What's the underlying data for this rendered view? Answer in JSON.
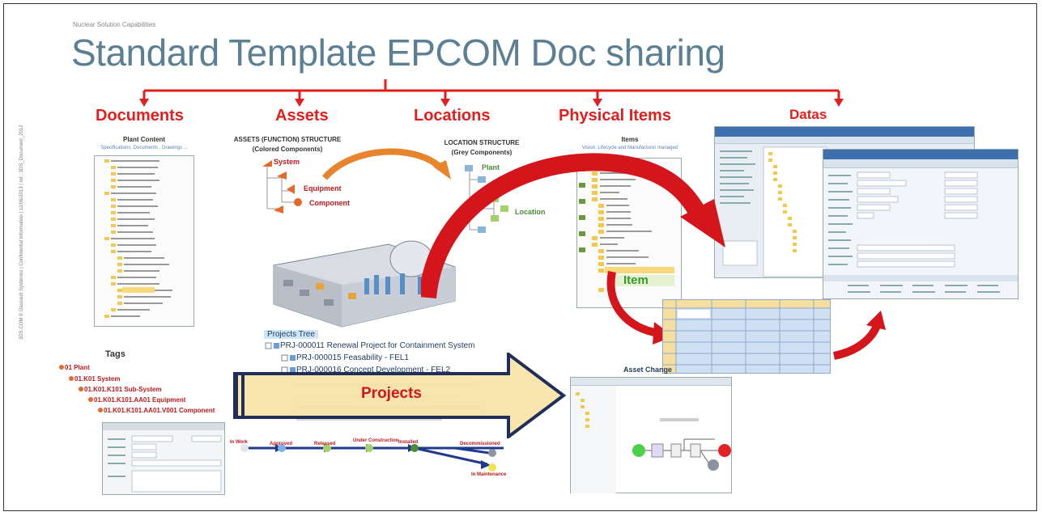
{
  "header": {
    "kicker": "Nuclear Solution Capabilities",
    "title": "Standard Template  EPCOM Doc  sharing"
  },
  "categories": {
    "documents": "Documents",
    "assets": "Assets",
    "locations": "Locations",
    "physical_items": "Physical Items",
    "datas": "Datas"
  },
  "plant_content": {
    "title": "Plant Content",
    "subtitle": "Specifications, Documents , Drawings ..."
  },
  "assets_structure": {
    "title": "ASSETS (FUNCTION) STRUCTURE",
    "subtitle": "(Colored Components)",
    "system": "System",
    "equipment": "Equipment",
    "component": "Component"
  },
  "location_structure": {
    "title": "LOCATION STRUCTURE",
    "subtitle": "(Grey Components)",
    "plant": "Plant",
    "location": "Location"
  },
  "items_panel": {
    "title": "Items",
    "subtitle": "Vision, Lifecycle and Manufacturer managed",
    "item_label": "Item"
  },
  "tags": {
    "title": "Tags",
    "rows": [
      "01 Plant",
      "01.K01 System",
      "01.K01.K101 Sub-System",
      "01.K01.K101.AA01 Equipment",
      "01.K01.K101.AA01.V001 Component"
    ]
  },
  "projects_tree": {
    "title": "Projects Tree",
    "rows": [
      "PRJ-000011 Renewal Project for Containment System",
      "PRJ-000015 Feasability - FEL1",
      "PRJ-000016 Concept Development - FEL2"
    ],
    "arrow_label": "Projects"
  },
  "asset_change": {
    "title": "Asset Change"
  },
  "lifecycle": {
    "states": [
      "In Work",
      "Approved",
      "Released",
      "Under Construction",
      "Installed",
      "Decommissioned",
      "In Maintenance"
    ]
  },
  "sidebar": {
    "text": "3DS.COM © Dassault Systèmes | Confidential Information | 12/06/2013 | ref.: 3DS_Document_2012"
  },
  "colors": {
    "title": "#5b7f93",
    "accent_red": "#e0201e",
    "grid_blue": "#cfe0f5",
    "arrow_fill": "#f7e3a6"
  }
}
